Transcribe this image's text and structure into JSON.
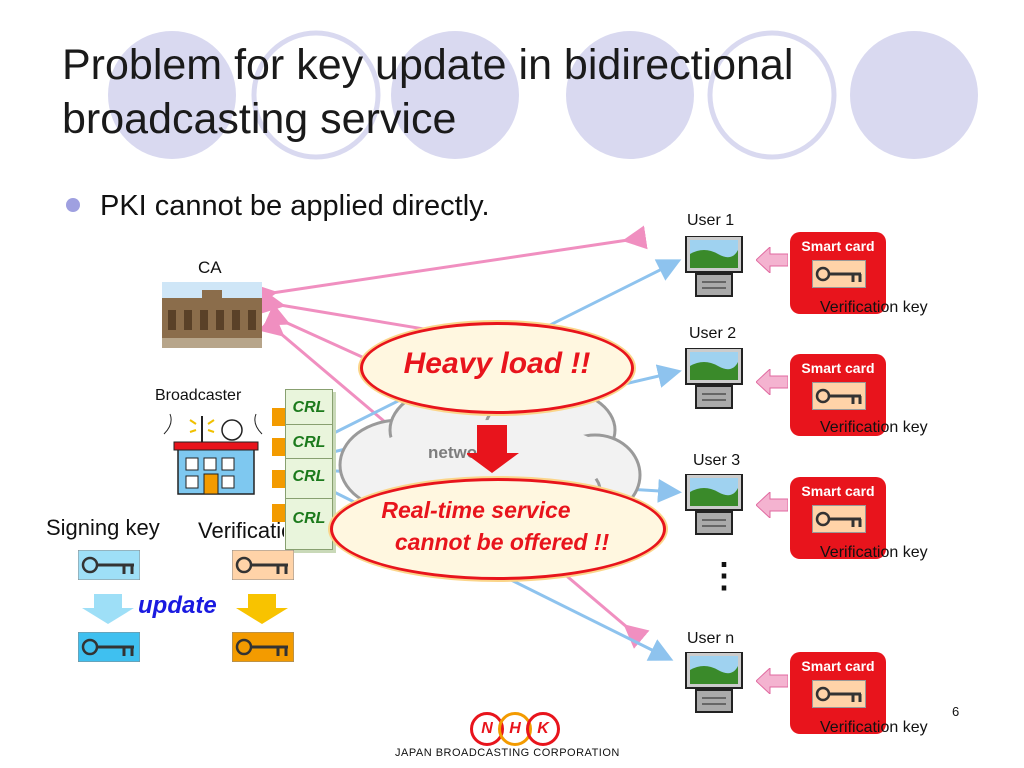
{
  "slide": {
    "title_line1": "Problem for key update in bidirectional",
    "title_line2": "broadcasting service",
    "bullet": "PKI cannot be applied directly.",
    "page_number": "6"
  },
  "entities": {
    "ca": "CA",
    "broadcaster": "Broadcaster",
    "network": "network",
    "signing_key": "Signing key",
    "verification_key_left": "Verification key",
    "update": "update",
    "crl": "CRL"
  },
  "users": [
    {
      "label": "User 1",
      "card": "Smart card",
      "key_label": "Verification key"
    },
    {
      "label": "User 2",
      "card": "Smart card",
      "key_label": "Verification key"
    },
    {
      "label": "User 3",
      "card": "Smart card",
      "key_label": "Verification key"
    },
    {
      "label": "User n",
      "card": "Smart card",
      "key_label": "Verification key"
    }
  ],
  "ellipsis": "⋮",
  "callouts": {
    "heavy_load": "Heavy load !!",
    "realtime_line1": "Real-time service",
    "realtime_line2": "cannot be offered !!"
  },
  "footer": {
    "logo_letters": [
      "N",
      "H",
      "K"
    ],
    "corporation": "JAPAN BROADCASTING CORPORATION"
  },
  "colors": {
    "accent_red": "#e8141c",
    "pink_arrow": "#f08fc0",
    "blue_arrow": "#8ec3ee",
    "circle_decor": "#d9d9f0",
    "crl_green": "#1c7a1c",
    "key_blue": "#3fc0f0",
    "key_orange": "#f39b00",
    "key_peach": "#ffd3a8",
    "update_blue": "#1a1ae0"
  },
  "icons": [
    "key-icon",
    "monitor-icon",
    "building-icon",
    "broadcaster-icon",
    "cloud-icon",
    "arrow-icon"
  ]
}
